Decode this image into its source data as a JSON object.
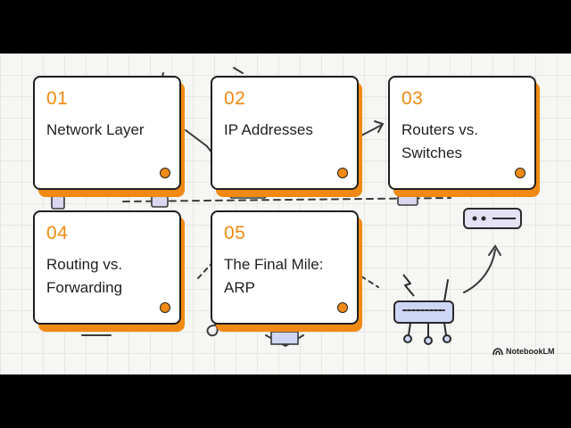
{
  "cards": [
    {
      "number": "01",
      "title": "Network Layer"
    },
    {
      "number": "02",
      "title": "IP Addresses"
    },
    {
      "number": "03",
      "title": "Routers vs. Switches"
    },
    {
      "number": "04",
      "title": "Routing vs. Forwarding"
    },
    {
      "number": "05",
      "title": "The Final Mile: ARP"
    }
  ],
  "brand": {
    "name": "NotebookLM",
    "icon": "notebooklm-logo-icon"
  },
  "colors": {
    "accent": "#f08a14",
    "ink": "#1f1f1f",
    "background": "#f6f6f4",
    "letterbox": "#000000"
  }
}
